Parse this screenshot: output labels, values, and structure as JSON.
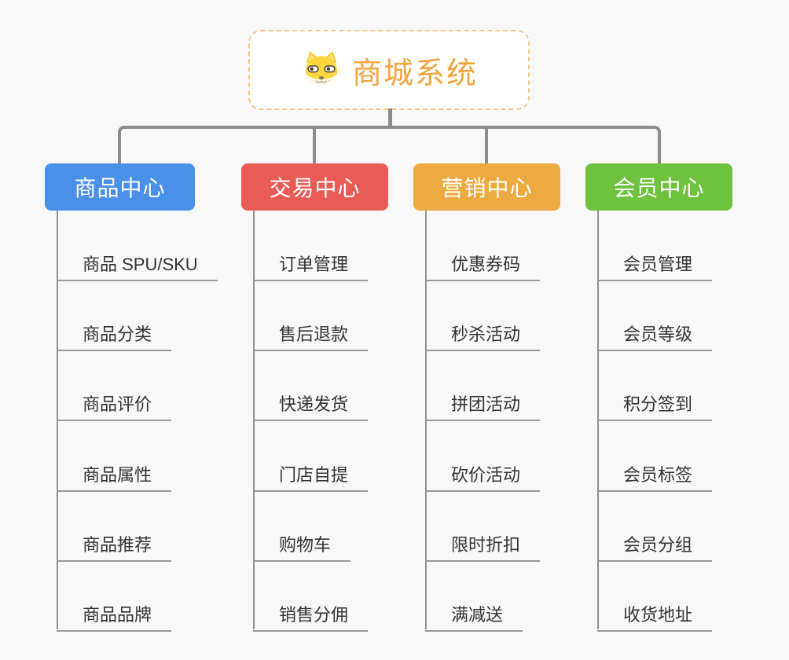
{
  "root": {
    "title": "商城系统",
    "icon": "dog-face-icon",
    "title_color": "#f1a43f",
    "border_color": "#f3c988"
  },
  "connector_color": "#8c8c8c",
  "child_line_color": "#999999",
  "child_text_color": "#333333",
  "branches": [
    {
      "label": "商品中心",
      "color": "#4a90e8",
      "children": [
        "商品 SPU/SKU",
        "商品分类",
        "商品评价",
        "商品属性",
        "商品推荐",
        "商品品牌"
      ]
    },
    {
      "label": "交易中心",
      "color": "#e85c55",
      "children": [
        "订单管理",
        "售后退款",
        "快递发货",
        "门店自提",
        "购物车",
        "销售分佣"
      ]
    },
    {
      "label": "营销中心",
      "color": "#ecab40",
      "children": [
        "优惠券码",
        "秒杀活动",
        "拼团活动",
        "砍价活动",
        "限时折扣",
        "满减送"
      ]
    },
    {
      "label": "会员中心",
      "color": "#6fc23d",
      "children": [
        "会员管理",
        "会员等级",
        "积分签到",
        "会员标签",
        "会员分组",
        "收货地址"
      ]
    }
  ]
}
